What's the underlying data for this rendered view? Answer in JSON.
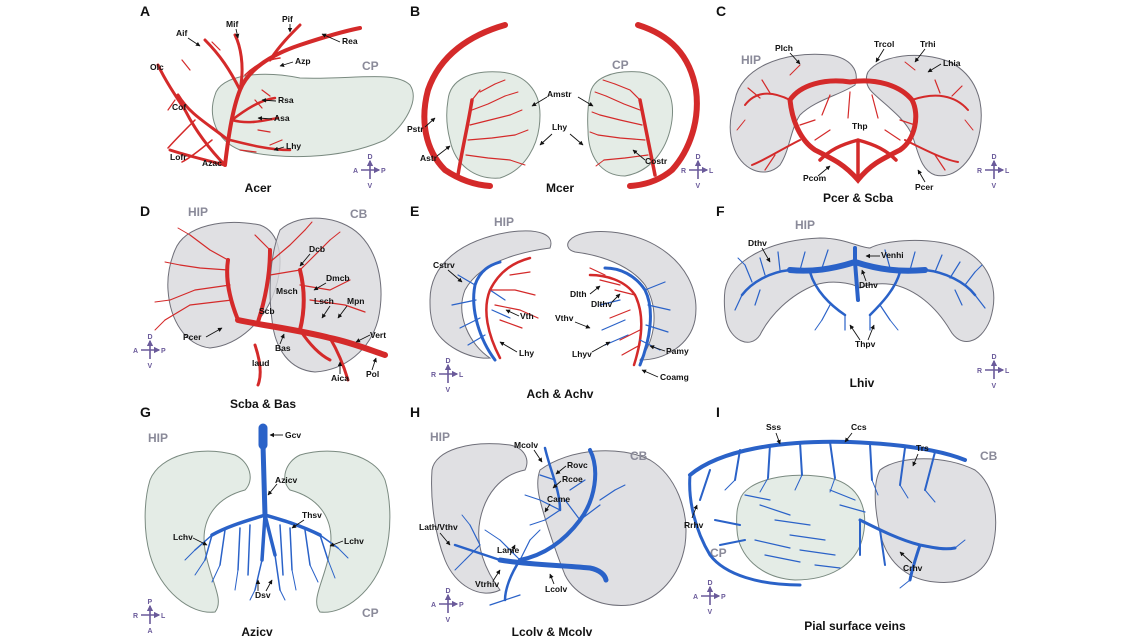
{
  "panels": {
    "A": {
      "letter": "A",
      "caption": "Acer",
      "region": "CP",
      "labels": {
        "aif": "Aif",
        "mif": "Mif",
        "pif": "Pif",
        "rea": "Rea",
        "olc": "Olc",
        "azp": "Azp",
        "cof": "Cof",
        "rsa": "Rsa",
        "asa": "Asa",
        "lofr": "Lofr",
        "azac": "Azac",
        "lhy": "Lhy"
      },
      "compass": {
        "top": "D",
        "bottom": "V",
        "left": "A",
        "right": "P"
      }
    },
    "B": {
      "letter": "B",
      "caption": "Mcer",
      "region": "CP",
      "labels": {
        "amstr": "Amstr",
        "pstr": "Pstr",
        "lhy": "Lhy",
        "astr": "Astr",
        "costr": "Costr"
      },
      "compass": {
        "top": "D",
        "bottom": "V",
        "left": "R",
        "right": "L"
      }
    },
    "C": {
      "letter": "C",
      "caption": "Pcer & Scba",
      "region": "HIP",
      "labels": {
        "plch": "Plch",
        "trcol": "Trcol",
        "trhi": "Trhi",
        "lhia": "Lhia",
        "thp": "Thp",
        "pcom": "Pcom",
        "pcer": "Pcer"
      },
      "compass": {
        "top": "D",
        "bottom": "V",
        "left": "R",
        "right": "L"
      }
    },
    "D": {
      "letter": "D",
      "caption": "Scba & Bas",
      "region": "HIP",
      "region2": "CB",
      "labels": {
        "dcb": "Dcb",
        "dmcb": "Dmcb",
        "msch": "Msch",
        "lsch": "Lsch",
        "mpn": "Mpn",
        "scb": "Scb",
        "pcer": "Pcer",
        "bas": "Bas",
        "vert": "Vert",
        "laud": "laud",
        "aica": "Aica",
        "pol": "Pol"
      },
      "compass": {
        "top": "D",
        "bottom": "V",
        "left": "A",
        "right": "P"
      }
    },
    "E": {
      "letter": "E",
      "caption": "Ach & Achv",
      "region": "HIP",
      "labels": {
        "cstrv": "Cstrv",
        "vth": "Vth",
        "lhy": "Lhy",
        "dlth": "Dlth",
        "dlthv": "Dlthv",
        "vthv": "Vthv",
        "lhyv": "Lhyv",
        "pamy": "Pamy",
        "coamg": "Coamg"
      },
      "compass": {
        "top": "D",
        "bottom": "V",
        "left": "R",
        "right": "L"
      }
    },
    "F": {
      "letter": "F",
      "caption": "Lhiv",
      "region": "HIP",
      "labels": {
        "dthv_l": "Dthv",
        "venhi": "Venhi",
        "dthv_c": "Dthv",
        "thpv": "Thpv"
      },
      "compass": {
        "top": "D",
        "bottom": "V",
        "left": "R",
        "right": "L"
      }
    },
    "G": {
      "letter": "G",
      "caption": "Azicv",
      "region": "HIP",
      "region2": "CP",
      "labels": {
        "gcv": "Gcv",
        "azicv": "Azicv",
        "thsv": "Thsv",
        "lchv_l": "Lchv",
        "lchv_r": "Lchv",
        "dsv": "Dsv"
      },
      "compass": {
        "top": "P",
        "bottom": "A",
        "left": "R",
        "right": "L"
      }
    },
    "H": {
      "letter": "H",
      "caption": "Lcolv & Mcolv",
      "region": "HIP",
      "region2": "CB",
      "labels": {
        "mcolv": "Mcolv",
        "rovc": "Rovc",
        "rcoe": "Rcoe",
        "came": "Came",
        "lath_vthv": "Lath/Vthv",
        "lame": "Lame",
        "vtrhiv": "Vtrhiv",
        "lcolv": "Lcolv"
      },
      "compass": {
        "top": "D",
        "bottom": "V",
        "left": "A",
        "right": "P"
      }
    },
    "I": {
      "letter": "I",
      "caption": "Pial surface veins",
      "region": "CP",
      "region2": "CB",
      "labels": {
        "sss": "Sss",
        "ccs": "Ccs",
        "trs": "Trs",
        "rrhv": "Rrhv",
        "crhv": "Crhv"
      },
      "compass": {
        "top": "D",
        "bottom": "V",
        "left": "A",
        "right": "P"
      }
    }
  },
  "colors": {
    "artery": "#d42a2a",
    "vein": "#2a62c8",
    "tissue": "#dfe9e2",
    "tissue_grey": "#d8d8dc",
    "compass": "#6a5a9a"
  }
}
